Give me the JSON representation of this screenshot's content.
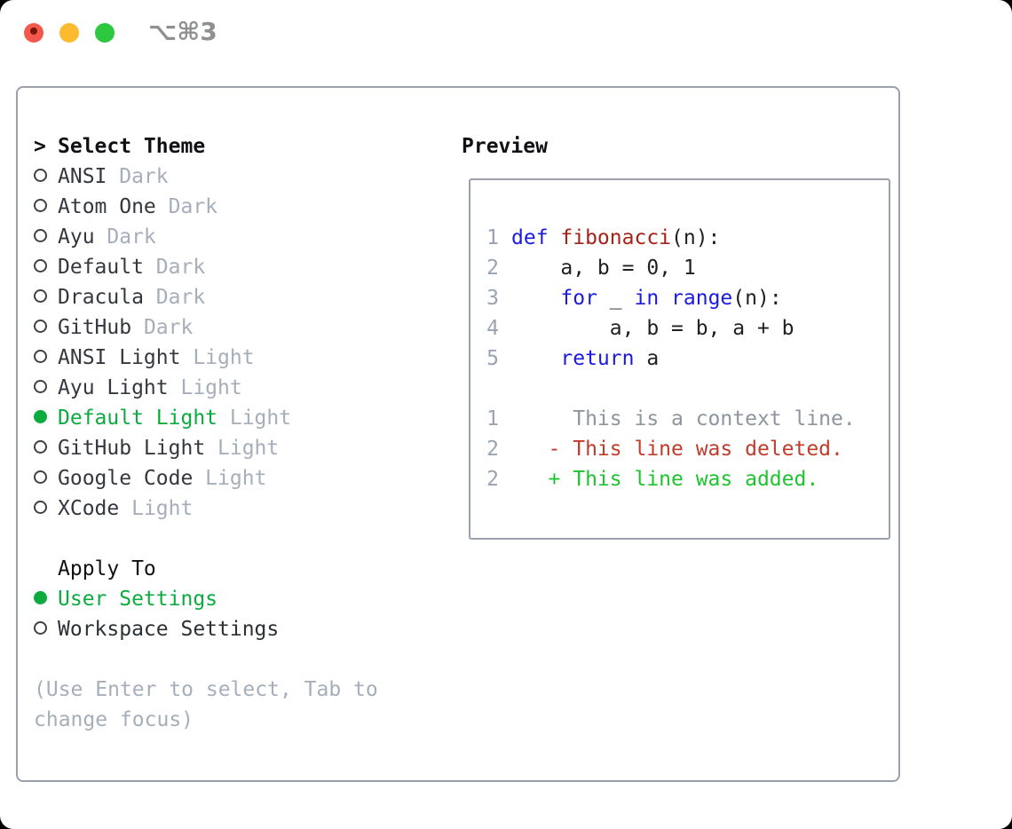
{
  "window": {
    "title": "⌥⌘3",
    "controls": {
      "close": "close",
      "minimize": "minimize",
      "zoom": "zoom"
    }
  },
  "colors": {
    "accent_green": "#0cab3f",
    "added_green": "#1ec42d",
    "deleted_red": "#c23b2a",
    "keyword_blue": "#1b1ae1",
    "function_red": "#a62117",
    "muted_gray": "#a6aeba",
    "border_gray": "#9aa1ad"
  },
  "theme_panel": {
    "heading_prefix": ">",
    "heading": "Select Theme",
    "items": [
      {
        "name": "ANSI",
        "variant": "Dark",
        "selected": false
      },
      {
        "name": "Atom One",
        "variant": "Dark",
        "selected": false
      },
      {
        "name": "Ayu",
        "variant": "Dark",
        "selected": false
      },
      {
        "name": "Default",
        "variant": "Dark",
        "selected": false
      },
      {
        "name": "Dracula",
        "variant": "Dark",
        "selected": false
      },
      {
        "name": "GitHub",
        "variant": "Dark",
        "selected": false
      },
      {
        "name": "ANSI Light",
        "variant": "Light",
        "selected": false
      },
      {
        "name": "Ayu Light",
        "variant": "Light",
        "selected": false
      },
      {
        "name": "Default Light",
        "variant": "Light",
        "selected": true
      },
      {
        "name": "GitHub Light",
        "variant": "Light",
        "selected": false
      },
      {
        "name": "Google Code",
        "variant": "Light",
        "selected": false
      },
      {
        "name": "XCode",
        "variant": "Light",
        "selected": false
      }
    ],
    "apply_to": {
      "heading": "Apply To",
      "options": [
        {
          "label": "User Settings",
          "selected": true
        },
        {
          "label": "Workspace Settings",
          "selected": false
        }
      ]
    },
    "hint": "(Use Enter to select, Tab to change focus)"
  },
  "preview": {
    "heading": "Preview",
    "code_lines": [
      {
        "number": "1",
        "tokens": [
          [
            "kw",
            "def "
          ],
          [
            "fn",
            "fibonacci"
          ],
          [
            "pl",
            "(n):"
          ]
        ]
      },
      {
        "number": "2",
        "tokens": [
          [
            "pl",
            "    a, b = 0, 1"
          ]
        ]
      },
      {
        "number": "3",
        "tokens": [
          [
            "pl",
            "    "
          ],
          [
            "kw",
            "for"
          ],
          [
            "pl",
            " _ "
          ],
          [
            "kw",
            "in"
          ],
          [
            "pl",
            " "
          ],
          [
            "kw",
            "range"
          ],
          [
            "pl",
            "(n):"
          ]
        ]
      },
      {
        "number": "4",
        "tokens": [
          [
            "pl",
            "        a, b = b, a + b"
          ]
        ]
      },
      {
        "number": "5",
        "tokens": [
          [
            "pl",
            "    "
          ],
          [
            "kw",
            "return"
          ],
          [
            "pl",
            " a"
          ]
        ]
      }
    ],
    "diff_lines": [
      {
        "number": "1",
        "type": "context",
        "text": "     This is a context line."
      },
      {
        "number": "2",
        "type": "deleted",
        "text": "   - This line was deleted."
      },
      {
        "number": "2",
        "type": "added",
        "text": "   + This line was added."
      }
    ]
  }
}
